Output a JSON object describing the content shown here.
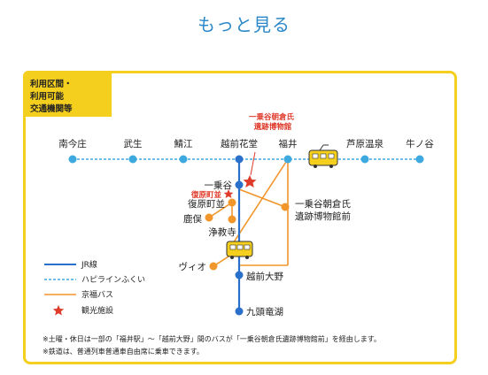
{
  "header": {
    "more_label": "もっと見る"
  },
  "area_tag": {
    "lines": [
      "利用区間・",
      "利用可能",
      "交通機関等"
    ]
  },
  "stations": {
    "minamiimajo": "南今庄",
    "takefu": "武生",
    "sabae": "鯖江",
    "echizen_hanando": "越前花堂",
    "fukui": "福井",
    "ashiwara_onsen": "芦原温泉",
    "ushinoya": "牛ノ谷",
    "ichijodani": "一乗谷",
    "fukuhara_machinami": "復原町並",
    "kanomata": "鹿俣",
    "jokyoji": "浄教寺",
    "vio": "ヴィオ",
    "echizen_ono": "越前大野",
    "kuzuryuko": "九頭竜湖",
    "museum_stop": "一乗谷朝倉氏\n遺跡博物館前"
  },
  "attractions": {
    "museum": "一乗谷朝倉氏\n遺跡博物館",
    "fukuhara": "復原町並"
  },
  "legend": {
    "jr": "JR線",
    "hapiline": "ハピラインふくい",
    "keifuku": "京福バス",
    "sightseeing": "観光施設"
  },
  "notes": [
    "※土曜・休日は一部の「福井駅」〜「越前大野」間のバスが「一乗谷朝倉氏遺跡博物館前」を経由します。",
    "※鉄道は、普通列車普通車自由席に乗車できます。"
  ],
  "colors": {
    "jr": "#2a6fc9",
    "hapiline": "#3ea9df",
    "keifuku": "#f0962a",
    "frame": "#f5cf1e",
    "star": "#e03a2a",
    "accent": "#2a87c8"
  }
}
